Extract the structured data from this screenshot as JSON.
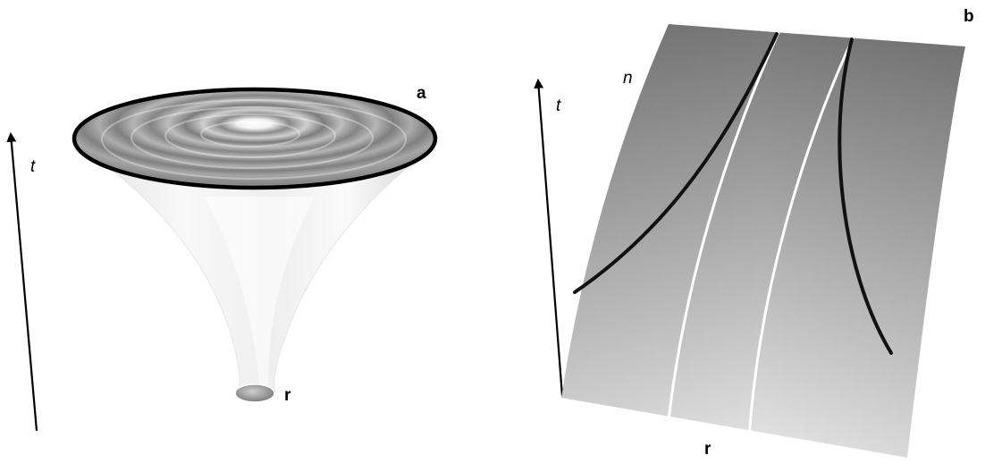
{
  "panel_a": {
    "label": "a",
    "time_axis_label": "t",
    "radial_label": "r"
  },
  "panel_b": {
    "label": "b",
    "time_axis_label": "t",
    "radial_label": "r",
    "curve_label": "n"
  },
  "colors": {
    "background": "#ffffff",
    "axis": "#000000",
    "black_curve": "#111111",
    "white_curve": "#ffffff",
    "funnel_light": "#fafafa",
    "funnel_shade": "#d9d9d9",
    "disk_rim": "#000000"
  }
}
